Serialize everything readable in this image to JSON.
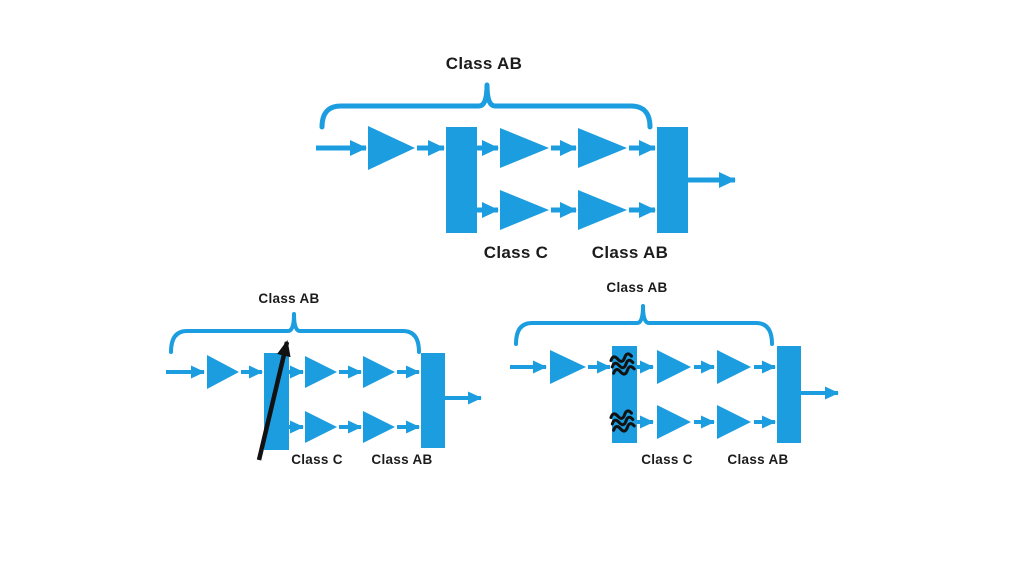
{
  "slide": {
    "background": "#FFFFFF",
    "description_icons": [
      "amplifier-triangle-icon",
      "splitter-block",
      "combiner-block",
      "signal-arrow-icon",
      "curly-brace",
      "wave-distortion-icon",
      "pointer-arrow-icon"
    ]
  },
  "colors": {
    "accent": "#1B9DE0",
    "ink": "#1C1C1C",
    "background": "#FFFFFF"
  },
  "diagrams": {
    "top": {
      "brace_label": "Class AB",
      "stage2_label": "Class C",
      "stage3_label": "Class AB"
    },
    "bottom_left": {
      "brace_label": "Class AB",
      "stage2_label": "Class C",
      "stage3_label": "Class AB"
    },
    "bottom_right": {
      "brace_label": "Class AB",
      "stage2_label": "Class C",
      "stage3_label": "Class AB"
    }
  }
}
